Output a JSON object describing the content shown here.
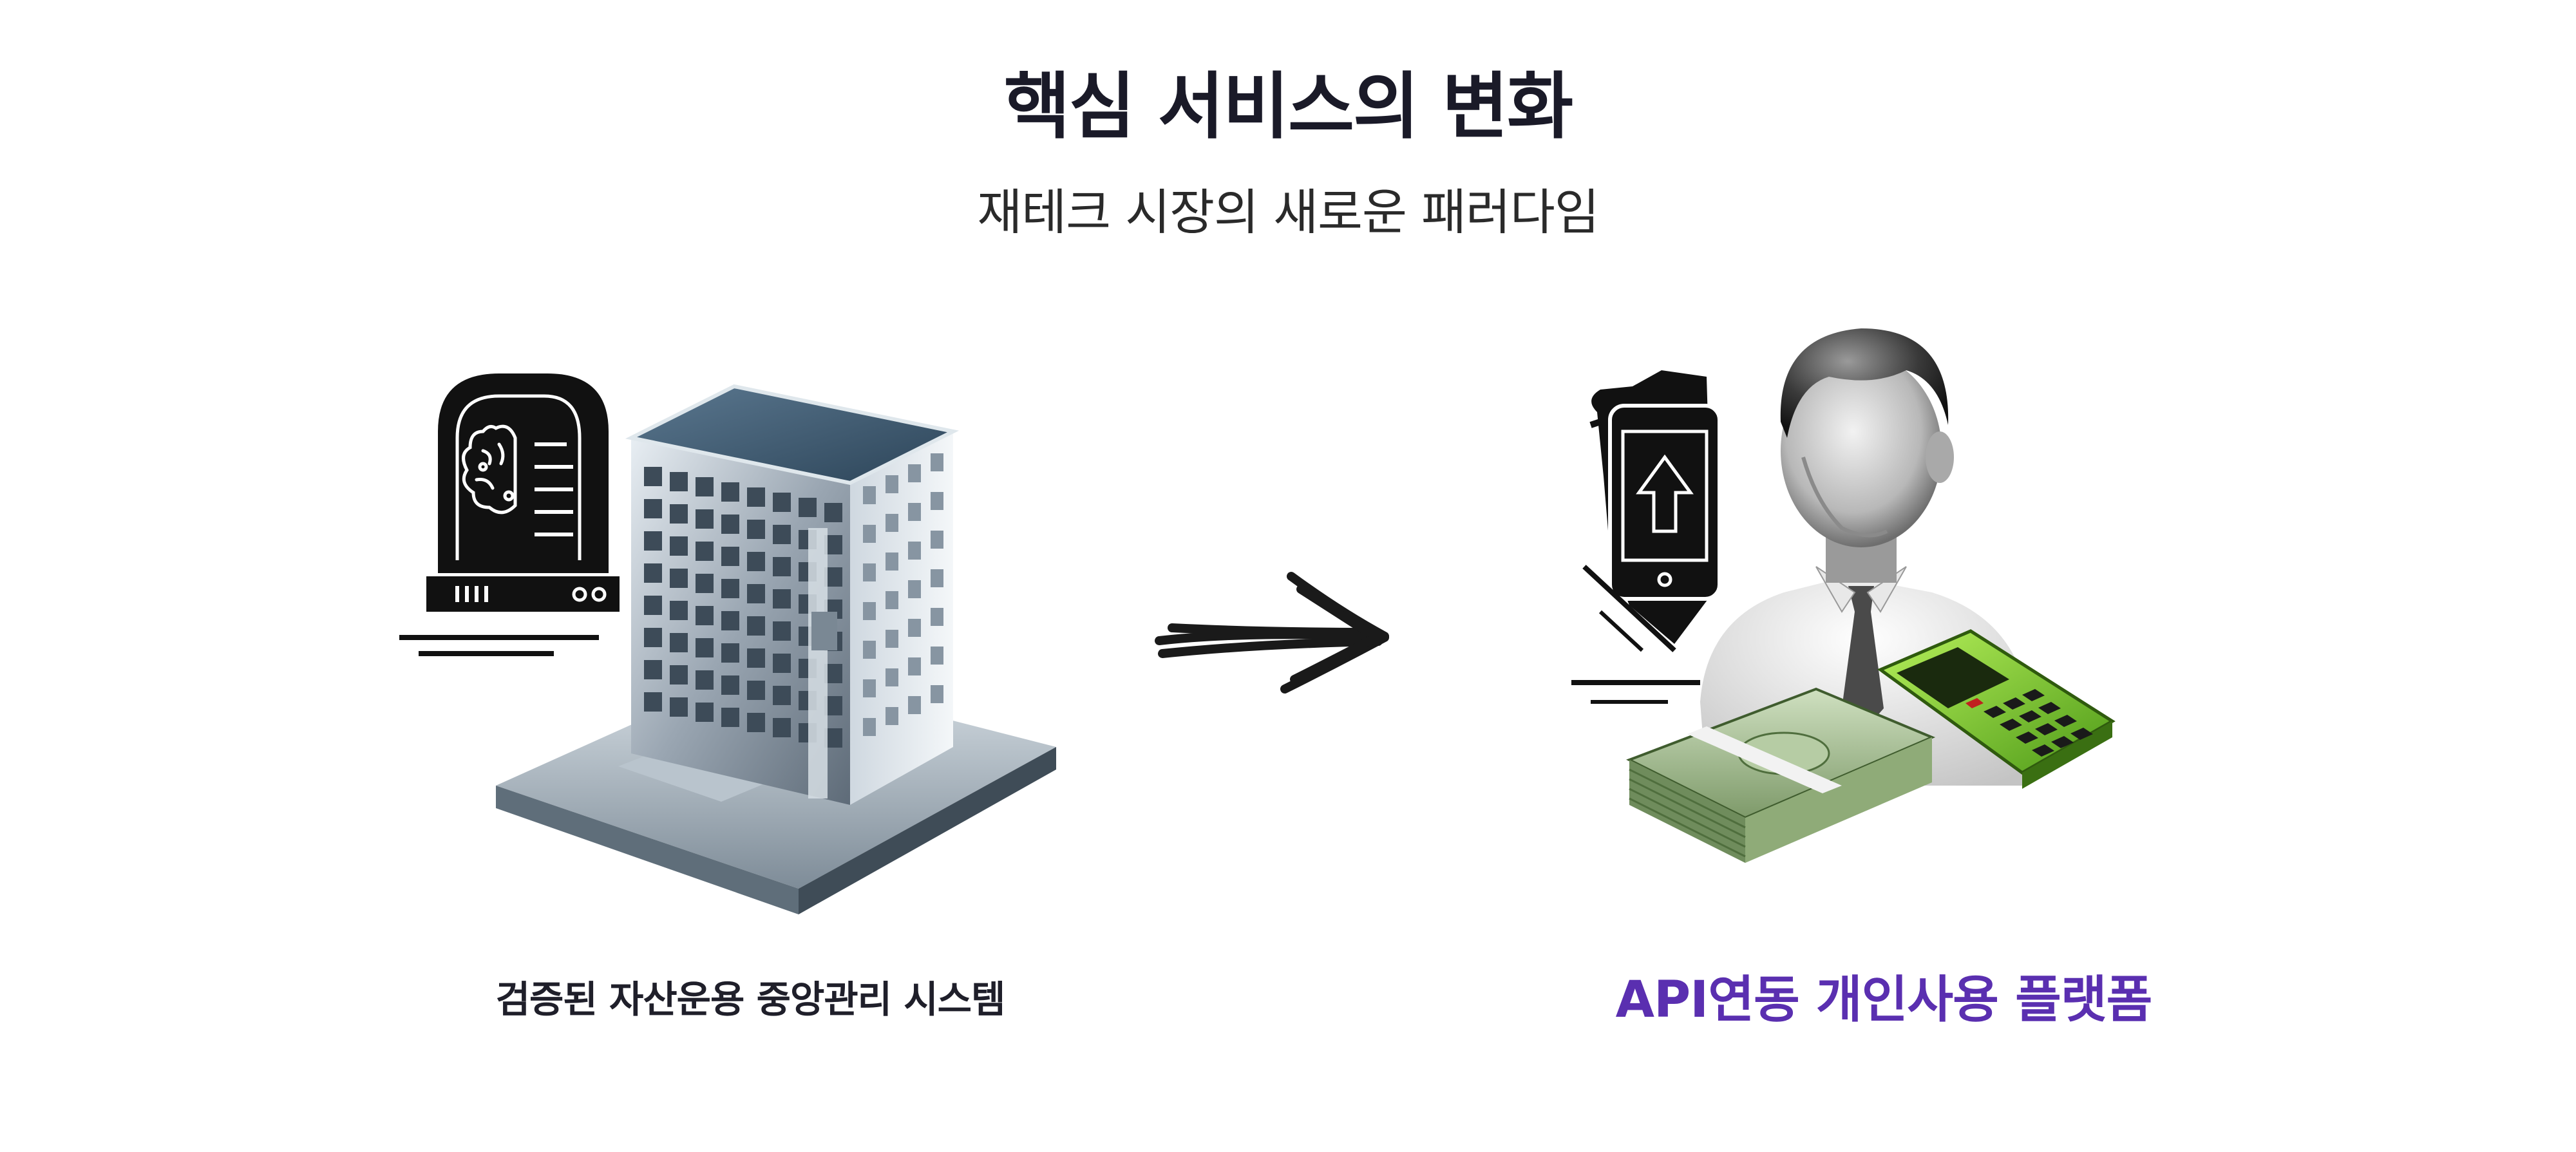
{
  "title": "핵심 서비스의 변화",
  "subtitle": "재테크 시장의 새로운 패러다임",
  "left": {
    "caption": "검증된 자산운용 중앙관리 시스템",
    "icons": [
      "ai-brain-server-icon",
      "office-building-icon"
    ]
  },
  "arrow": {
    "icon": "hand-drawn-arrow-right-icon"
  },
  "right": {
    "caption": "API연동 개인사용 플랫폼",
    "caption_color": "#5a2fb0",
    "icons": [
      "mobile-upload-hand-icon",
      "businessman-icon",
      "cash-stack-icon",
      "mobile-phone-icon"
    ]
  }
}
